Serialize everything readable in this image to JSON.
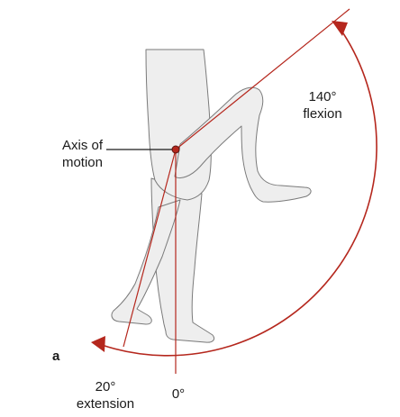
{
  "figure": {
    "panel_letter": "a",
    "axis_label": [
      "Axis of",
      "motion"
    ],
    "flexion_label": [
      "140°",
      "flexion"
    ],
    "extension_label": [
      "20°",
      "extension"
    ],
    "zero_label": "0°"
  },
  "colors": {
    "arc": "#b5271d",
    "pivot": "#b5271d",
    "axis_line": "#b5271d",
    "pointer_line": "#1a1a1a",
    "body_fill": "#eeeeee",
    "body_stroke": "#7a7a7a"
  }
}
